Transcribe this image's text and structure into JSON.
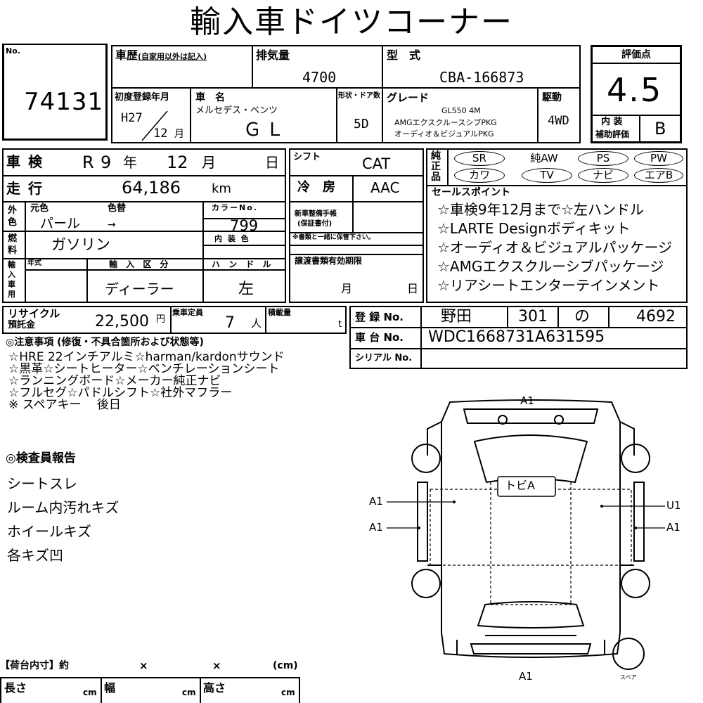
{
  "title": "輸入車ドイツコーナー",
  "lot": {
    "label": "No.",
    "value": "74131"
  },
  "history": {
    "label": "車歴",
    "sub": "(自家用以外は記入)"
  },
  "displacement": {
    "label": "排気量",
    "value": "4700"
  },
  "model_type": {
    "label": "型　式",
    "value": "CBA-166873"
  },
  "first_reg": {
    "label": "初度登録年月",
    "era": "H27",
    "month": "12",
    "month_unit": "月"
  },
  "car_name": {
    "label": "車　名",
    "maker": "メルセデス・ベンツ",
    "model": "ＧＬ"
  },
  "doors": {
    "label": "形状・ドア数",
    "value": "5D"
  },
  "grade": {
    "label": "グレード",
    "line1": "GL550 4M",
    "line2": "AMGエクスクルースシブPKG",
    "line3": "オーディオ＆ビジュアルPKG"
  },
  "drive": {
    "label": "駆動",
    "value": "4WD"
  },
  "score": {
    "label": "評価点",
    "value": "4.5",
    "interior_label1": "内 装",
    "interior_label2": "補助評価",
    "interior_value": "B"
  },
  "shaken": {
    "label": "車 検",
    "era": "R",
    "year": "9",
    "year_unit": "年",
    "month": "12",
    "month_unit": "月",
    "day_unit": "日"
  },
  "shift": {
    "label": "シフト",
    "value": "CAT"
  },
  "mileage": {
    "label": "走 行",
    "value": "64,186",
    "unit": "km"
  },
  "aircon": {
    "label": "冷　房",
    "value": "AAC"
  },
  "color": {
    "side_label": "外色",
    "orig_label": "元色",
    "change_label": "色替",
    "orig": "パール",
    "arrow": "→",
    "no_label": "カラーNo.",
    "no": "799",
    "interior_label": "内 装 色"
  },
  "maintenance": {
    "label1": "新車整備手帳",
    "label2": "(保証書付)",
    "note": "※書類と一緒に保管下さい。"
  },
  "fuel": {
    "label": "燃料",
    "value": "ガソリン"
  },
  "docs_valid": {
    "label": "譲渡書類有効期限",
    "month_unit": "月",
    "day_unit": "日"
  },
  "import": {
    "side_label": "輸入車用",
    "year_label": "年式",
    "type_label": "輸 入 区 分",
    "type": "ディーラー",
    "handle_label": "ハ ン ド ル",
    "handle": "左"
  },
  "equipment": {
    "label": "純正品",
    "row1": [
      "SR",
      "純AW",
      "PS",
      "PW"
    ],
    "row2": [
      "カワ",
      "TV",
      "ナビ",
      "エアB"
    ]
  },
  "sales_points": {
    "label": "セールスポイント",
    "lines": [
      "☆車検9年12月まで☆左ハンドル",
      "☆LARTE Designボディキット",
      "☆オーディオ＆ビジュアルパッケージ",
      "☆AMGエクスクルーシブパッケージ",
      "☆リアシートエンターテインメント"
    ]
  },
  "recycle": {
    "label1": "リサイクル",
    "label2": "預託金",
    "value": "22,500",
    "unit": "円"
  },
  "capacity": {
    "label": "乗車定員",
    "value": "7",
    "unit": "人"
  },
  "load": {
    "label": "積載量",
    "unit": "t"
  },
  "registration": {
    "label": "登 録 No.",
    "area": "野田",
    "class": "301",
    "kana": "の",
    "number": "4692"
  },
  "chassis": {
    "label": "車 台 No.",
    "value": "WDC1668731A631595"
  },
  "serial": {
    "label": "シリアル No."
  },
  "notes": {
    "label": "◎注意事項 (修復・不具合箇所および状態等)",
    "lines": [
      "☆HRE 22インチアルミ☆harman/kardonサウンド",
      "☆黒革☆シートヒーター☆ベンチレーションシート",
      "☆ランニングボード☆メーカー純正ナビ",
      "☆フルセグ☆パドルシフト☆社外マフラー",
      "※ スペアキー　 後日"
    ]
  },
  "inspector": {
    "label": "◎検査員報告",
    "lines": [
      "シートスレ",
      "ルーム内汚れキズ",
      "ホイールキズ",
      "各キズ凹"
    ]
  },
  "cargo": {
    "label": "【荷台内寸】約",
    "x1": "×",
    "x2": "×",
    "unit": "(cm)",
    "length_label": "長さ",
    "width_label": "幅",
    "height_label": "高さ",
    "cm": "cm"
  },
  "diagram": {
    "top": "A1",
    "roof": "トビA",
    "left_upper": "A1",
    "left_lower": "A1",
    "right_upper": "U1",
    "right_lower": "A1",
    "bottom": "A1",
    "spare": "スペア"
  }
}
